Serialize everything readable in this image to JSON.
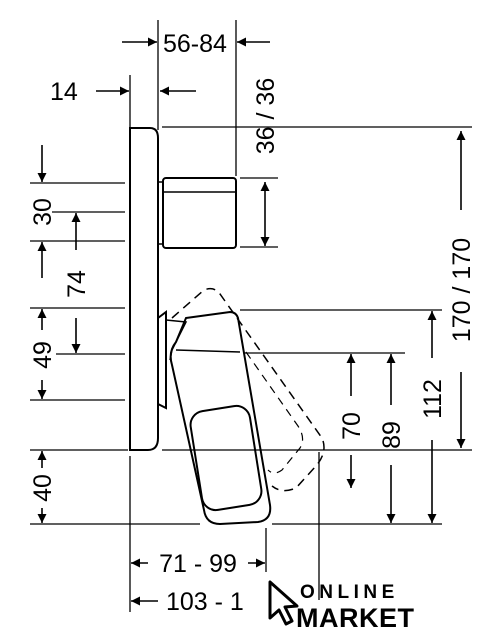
{
  "diagram": {
    "labels": {
      "top_width": "56-84",
      "plate_depth": "14",
      "side_depth": "36 / 36",
      "height_total": "170 / 170",
      "dim_30": "30",
      "dim_74": "74",
      "dim_49": "49",
      "dim_40": "40",
      "dim_70": "70",
      "dim_89": "89",
      "dim_112": "112",
      "spout_depth_1": "71 - 99",
      "spout_depth_2": "103 - 1"
    }
  },
  "watermark": {
    "line1": "ONLINE",
    "line2": "MARKET"
  }
}
